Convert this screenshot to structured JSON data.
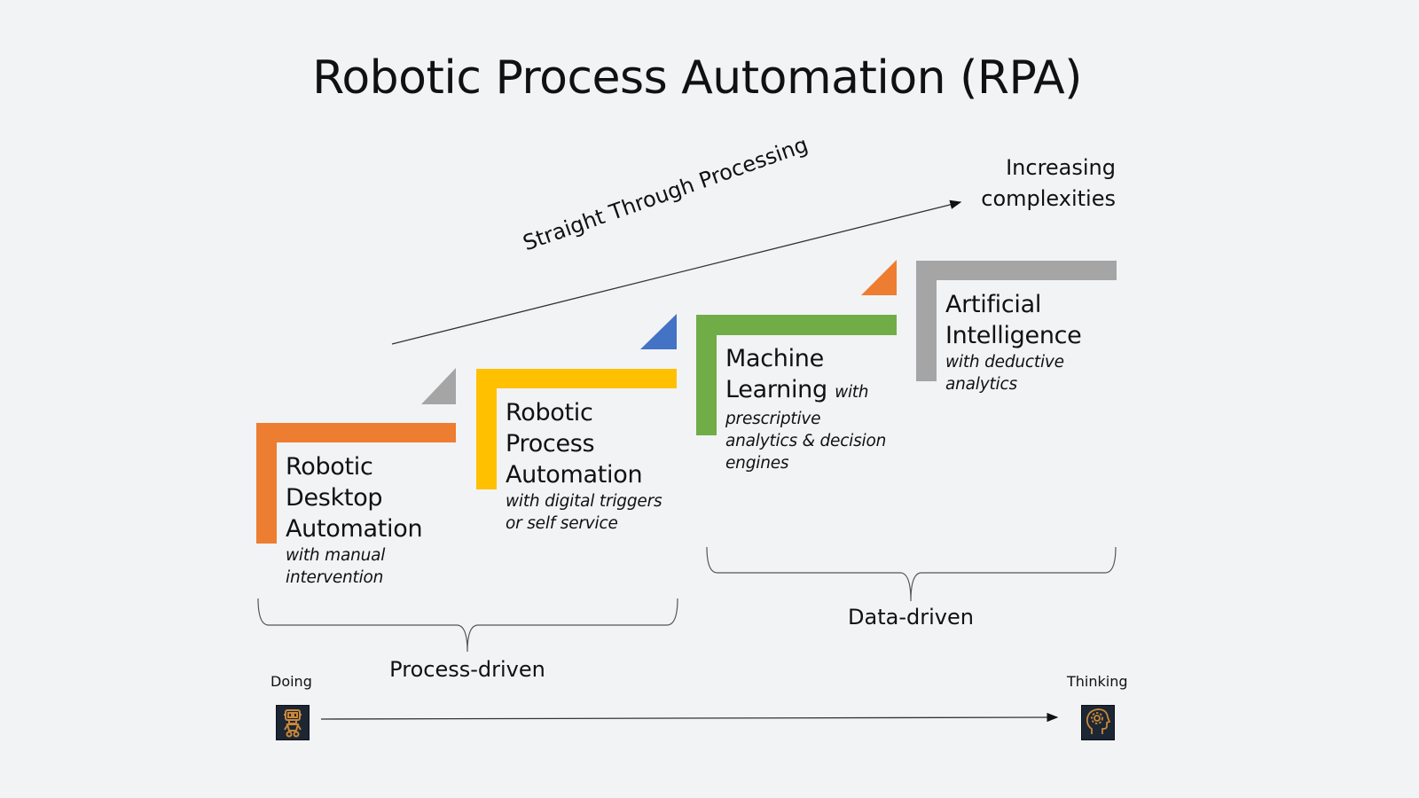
{
  "title": "Robotic Process Automation (RPA)",
  "arrow_top": {
    "label": "Straight Through Processing",
    "end_label": [
      "Increasing",
      "complexities"
    ]
  },
  "steps": [
    {
      "title_lines": [
        "Robotic",
        "Desktop",
        "Automation"
      ],
      "subtitle_lines": [
        "with manual",
        "intervention"
      ],
      "bracket_color": "#ed7d31",
      "corner_triangle_color": "#a5a5a5"
    },
    {
      "title_lines": [
        "Robotic",
        "Process",
        "Automation"
      ],
      "subtitle_lines": [
        "with digital triggers",
        "or self service"
      ],
      "bracket_color": "#ffc000",
      "corner_triangle_color": "#4472c4"
    },
    {
      "title_lines": [
        "Machine",
        "Learning"
      ],
      "inline_sub": "with",
      "subtitle_lines": [
        "prescriptive",
        "analytics & decision",
        "engines"
      ],
      "bracket_color": "#70ad47",
      "corner_triangle_color": "#ed7d31"
    },
    {
      "title_lines": [
        "Artificial",
        "Intelligence"
      ],
      "subtitle_lines": [
        "with deductive",
        "analytics"
      ],
      "bracket_color": "#a5a5a5"
    }
  ],
  "groups": {
    "process_driven": "Process-driven",
    "data_driven": "Data-driven"
  },
  "bottom_axis": {
    "start_label": "Doing",
    "end_label": "Thinking",
    "start_icon": "robot-icon",
    "end_icon": "head-gear-icon",
    "icon_color": "#c9873a"
  }
}
